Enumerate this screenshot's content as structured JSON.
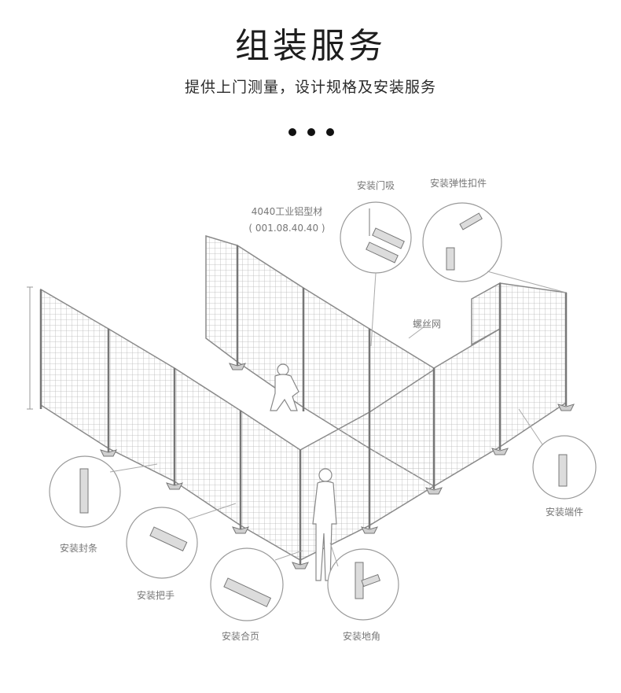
{
  "header": {
    "title": "组装服务",
    "subtitle": "提供上门测量，设计规格及安装服务"
  },
  "labels": {
    "profile_name": "4040工业铝型材",
    "profile_code": "( 001.08.40.40 )",
    "door_latch": "安装门吸",
    "spring_clip": "安装弹性扣件",
    "wire_mesh": "螺丝网",
    "end_cap": "安装端件",
    "seal_strip": "安装封条",
    "handle": "安装把手",
    "hinge": "安装合页",
    "foot": "安装地角"
  },
  "colors": {
    "line": "#8a8a8a",
    "mesh": "#b5b5b5",
    "label": "#777777"
  }
}
